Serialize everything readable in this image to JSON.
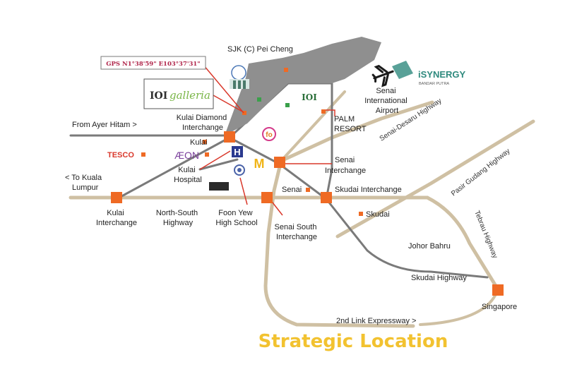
{
  "colors": {
    "road_tan": "#cfc0a3",
    "road_grey": "#7a7a7a",
    "site_grey": "#8f8f8f",
    "node_orange": "#ef6a24",
    "callout_red": "#d9382b",
    "title_yellow": "#f2c230",
    "gps_red": "#b0254a",
    "galleria_green": "#7ab648",
    "synergy_teal": "#2f8a7e"
  },
  "labels": {
    "sjk": "SJK (C) Pei Cheng",
    "gps": "GPS N1°38'59\" E103°37'31\"",
    "ioi": "IOI",
    "galleria": "galleria",
    "synergy": "iSYNERGY",
    "synergy_sub": "BANDAR PUTRA",
    "senai_airport": [
      "Senai",
      "International",
      "Airport"
    ],
    "from_ayer_hitam": "From Ayer Hitam >",
    "kulai_diamond": [
      "Kulai Diamond",
      "Interchange"
    ],
    "palm_resort": [
      "PALM",
      "RESORT"
    ],
    "senai_desaru": "Senai-Desaru Highway",
    "tesco": "TESCO",
    "kulai": "Kulai",
    "aeon": "ÆON",
    "kulai_hospital": [
      "Kulai",
      "Hospital"
    ],
    "senai_interchange": [
      "Senai",
      "Interchange"
    ],
    "pasir_gudang": "Pasir Gudang Highway",
    "to_kuala_lumpur": [
      "< To Kuala",
      "Lumpur"
    ],
    "senai": "Senai",
    "skudai_interchange": "Skudai Interchange",
    "kulai_interchange": [
      "Kulai",
      "Interchange"
    ],
    "north_south": [
      "North-South",
      "Highway"
    ],
    "foon_yew": [
      "Foon Yew",
      "High School"
    ],
    "senai_south": [
      "Senai South",
      "Interchange"
    ],
    "skudai": "Skudai",
    "johor_bahru": "Johor Bahru",
    "tebrau": "Tebrau Highway",
    "skudai_highway": "Skudai Highway",
    "singapore": "Singapore",
    "second_link": "2nd Link Expressway >",
    "title": "Strategic Location"
  }
}
